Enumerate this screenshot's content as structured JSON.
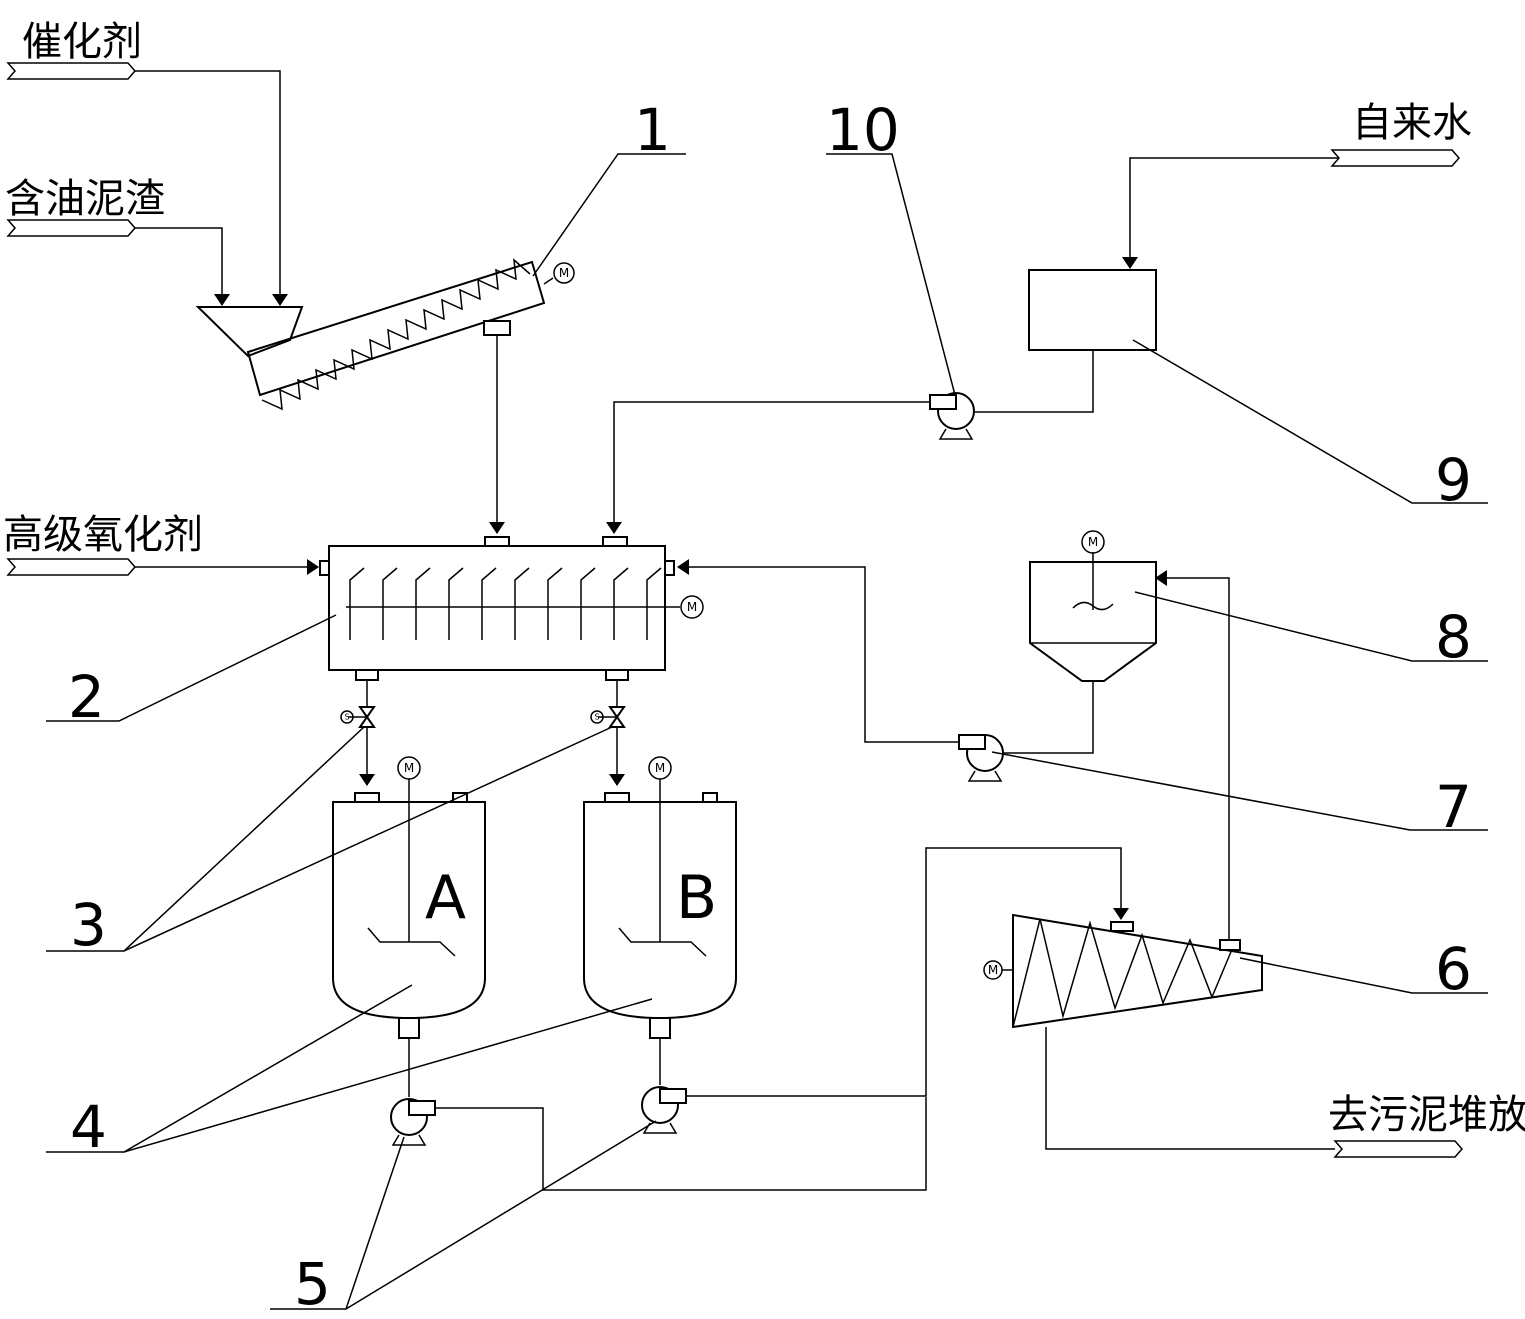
{
  "inputs": {
    "catalyst": "催化剂",
    "oily_sludge": "含油泥渣",
    "oxidant": "高级氧化剂",
    "tap_water": "自来水",
    "sludge_yard": "去污泥堆放场"
  },
  "numbers": {
    "n1": "1",
    "n2": "2",
    "n3": "3",
    "n4": "4",
    "n5": "5",
    "n6": "6",
    "n7": "7",
    "n8": "8",
    "n9": "9",
    "n10": "10"
  },
  "tanks": {
    "a": "A",
    "b": "B"
  },
  "motor_symbol": "M",
  "valve_symbol": "S"
}
